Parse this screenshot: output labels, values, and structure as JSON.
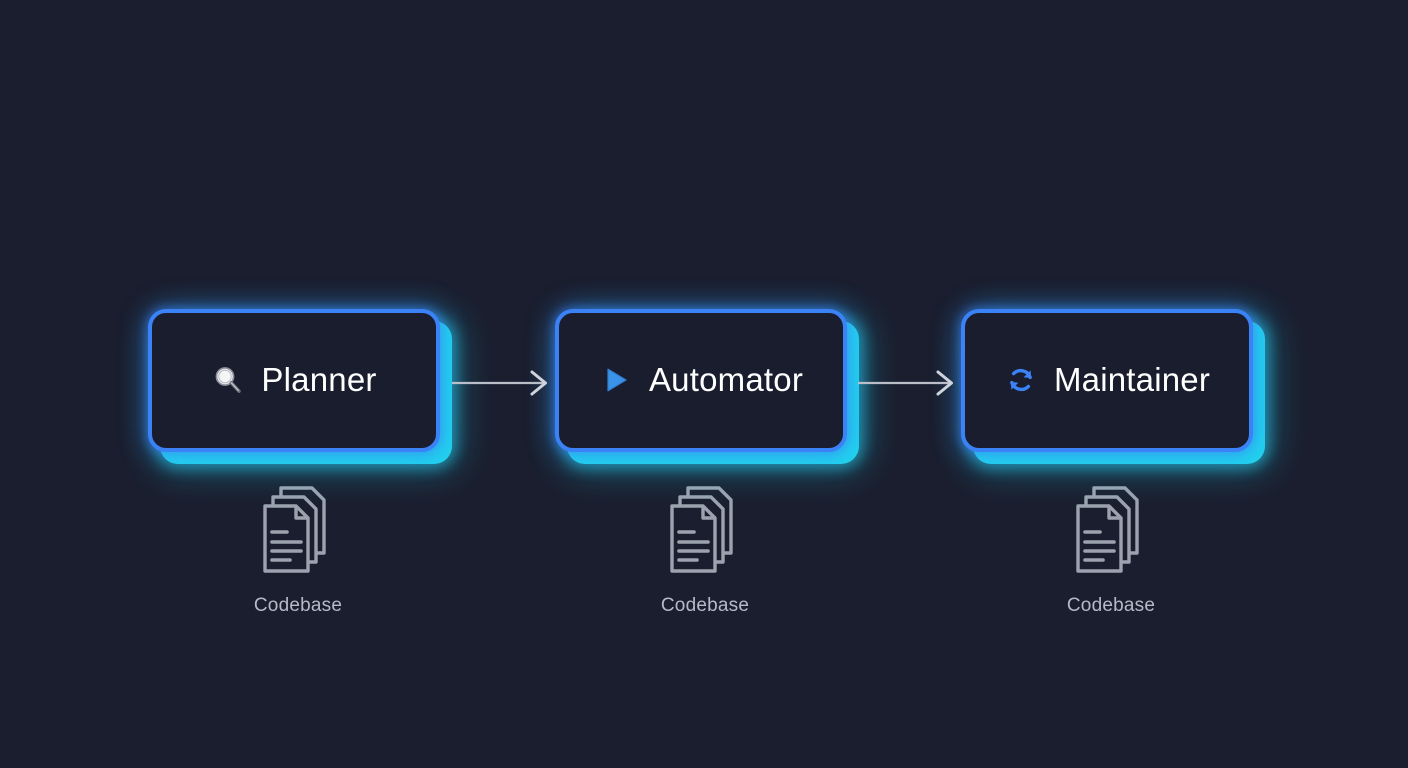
{
  "canvas": {
    "background_color": "#1b1e2e",
    "title": "Agent pipeline diagram"
  },
  "theme": {
    "box_fill": "#1a1d2e",
    "box_border": "#3b82f6",
    "box_shadow_accent": "#22d3ee",
    "label_text": "#ffffff",
    "artifact_stroke": "#9ca3af",
    "artifact_label_text": "#b5bac7",
    "arrow_color": "#b9bec9"
  },
  "pipeline": {
    "nodes": [
      {
        "id": "planner",
        "label": "Planner",
        "icon": "magnifying-glass-icon",
        "icon_color": "#d6d8de",
        "artifact": {
          "icon": "documents-stack-icon",
          "label": "Codebase"
        }
      },
      {
        "id": "automator",
        "label": "Automator",
        "icon": "play-triangle-icon",
        "icon_color": "#3b93e8",
        "artifact": {
          "icon": "documents-stack-icon",
          "label": "Codebase"
        }
      },
      {
        "id": "maintainer",
        "label": "Maintainer",
        "icon": "refresh-sync-icon",
        "icon_color": "#3b82f6",
        "artifact": {
          "icon": "documents-stack-icon",
          "label": "Codebase"
        }
      }
    ],
    "connectors": [
      {
        "id": "planner-to-automator",
        "from": "planner",
        "to": "automator",
        "style": "arrow-right"
      },
      {
        "id": "automator-to-maintainer",
        "from": "automator",
        "to": "maintainer",
        "style": "arrow-right"
      }
    ]
  }
}
